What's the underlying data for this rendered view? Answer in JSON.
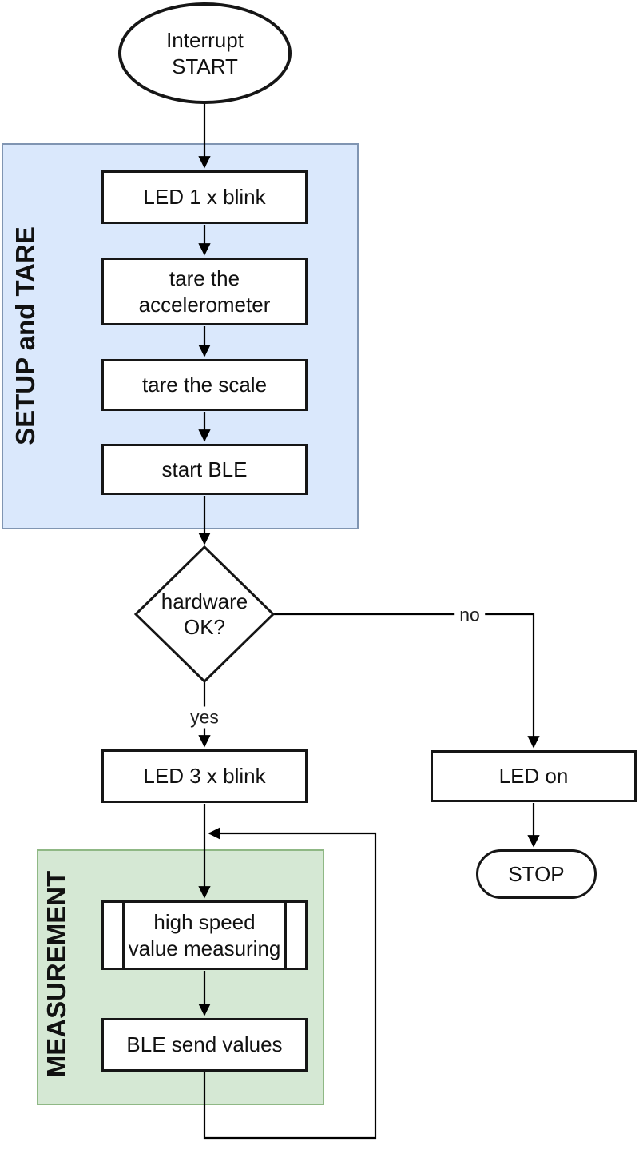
{
  "colors": {
    "canvas": "#ffffff",
    "node_fill": "#ffffff",
    "node_stroke": "#161616",
    "connector": "#000000",
    "setup_fill": "#dae8fc",
    "setup_stroke": "#8095b2",
    "measure_fill": "#d5e8d4",
    "measure_stroke": "#8fb885",
    "label_text": "#111111"
  },
  "groups": {
    "setup": {
      "label": "SETUP and TARE"
    },
    "measurement": {
      "label": "MEASUREMENT"
    }
  },
  "nodes": {
    "start": {
      "type": "terminator",
      "label": "Interrupt\nSTART"
    },
    "led_blink_1": {
      "type": "process",
      "label": "LED 1 x blink"
    },
    "tare_accelerometer": {
      "type": "process",
      "label": "tare the\naccelerometer"
    },
    "tare_scale": {
      "type": "process",
      "label": "tare the scale"
    },
    "start_ble": {
      "type": "process",
      "label": "start BLE"
    },
    "hardware_ok": {
      "type": "decision",
      "label": "hardware\nOK?"
    },
    "led_blink_3": {
      "type": "process",
      "label": "LED 3 x blink"
    },
    "led_on": {
      "type": "process",
      "label": "LED on"
    },
    "stop": {
      "type": "terminator",
      "label": "STOP"
    },
    "high_speed_measuring": {
      "type": "predefined-process",
      "label": "high speed\nvalue measuring"
    },
    "ble_send_values": {
      "type": "process",
      "label": "BLE send values"
    }
  },
  "edge_labels": {
    "yes": "yes",
    "no": "no"
  }
}
